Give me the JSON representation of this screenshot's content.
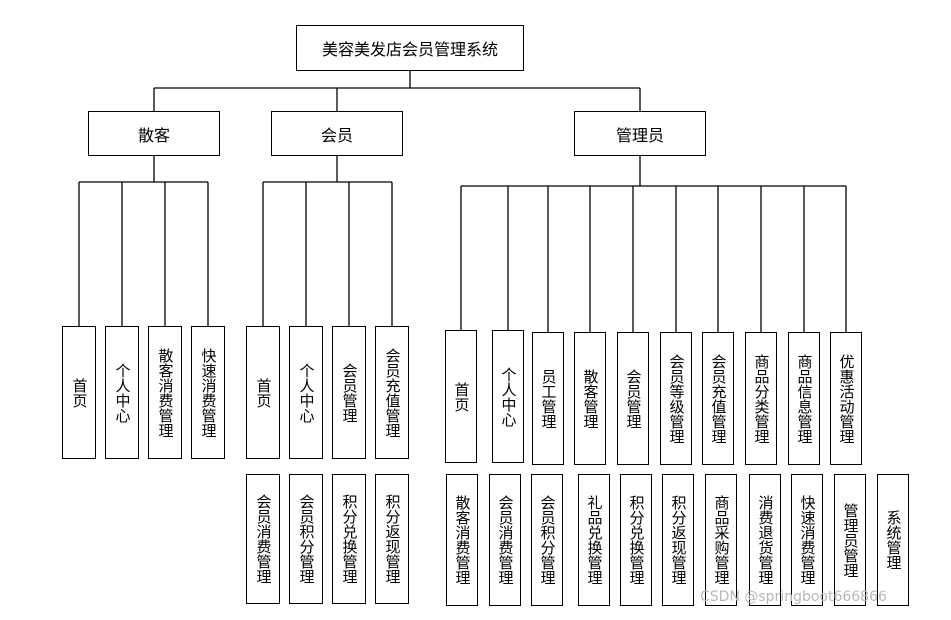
{
  "root": {
    "label": "美容美发店会员管理系统"
  },
  "groups": [
    {
      "label": "散客",
      "items": [
        {
          "label": "首页"
        },
        {
          "label": "个人中心"
        },
        {
          "label": "散客消费管理"
        },
        {
          "label": "快速消费管理"
        }
      ]
    },
    {
      "label": "会员",
      "items": [
        {
          "label": "首页"
        },
        {
          "label": "个人中心"
        },
        {
          "label": "会员管理"
        },
        {
          "label": "会员充值管理"
        },
        {
          "label": "会员消费管理"
        },
        {
          "label": "会员积分管理"
        },
        {
          "label": "积分兑换管理"
        },
        {
          "label": "积分返现管理"
        }
      ]
    },
    {
      "label": "管理员",
      "items": [
        {
          "label": "首页"
        },
        {
          "label": "个人中心"
        },
        {
          "label": "员工管理"
        },
        {
          "label": "散客管理"
        },
        {
          "label": "会员管理"
        },
        {
          "label": "会员等级管理"
        },
        {
          "label": "会员充值管理"
        },
        {
          "label": "商品分类管理"
        },
        {
          "label": "商品信息管理"
        },
        {
          "label": "优惠活动管理"
        },
        {
          "label": "散客消费管理"
        },
        {
          "label": "会员消费管理"
        },
        {
          "label": "会员积分管理"
        },
        {
          "label": "礼品兑换管理"
        },
        {
          "label": "积分兑换管理"
        },
        {
          "label": "积分返现管理"
        },
        {
          "label": "商品采购管理"
        },
        {
          "label": "消费退货管理"
        },
        {
          "label": "快速消费管理"
        },
        {
          "label": "管理员管理"
        },
        {
          "label": "系统管理"
        }
      ]
    }
  ],
  "watermark": "CSDN @springboot666866"
}
